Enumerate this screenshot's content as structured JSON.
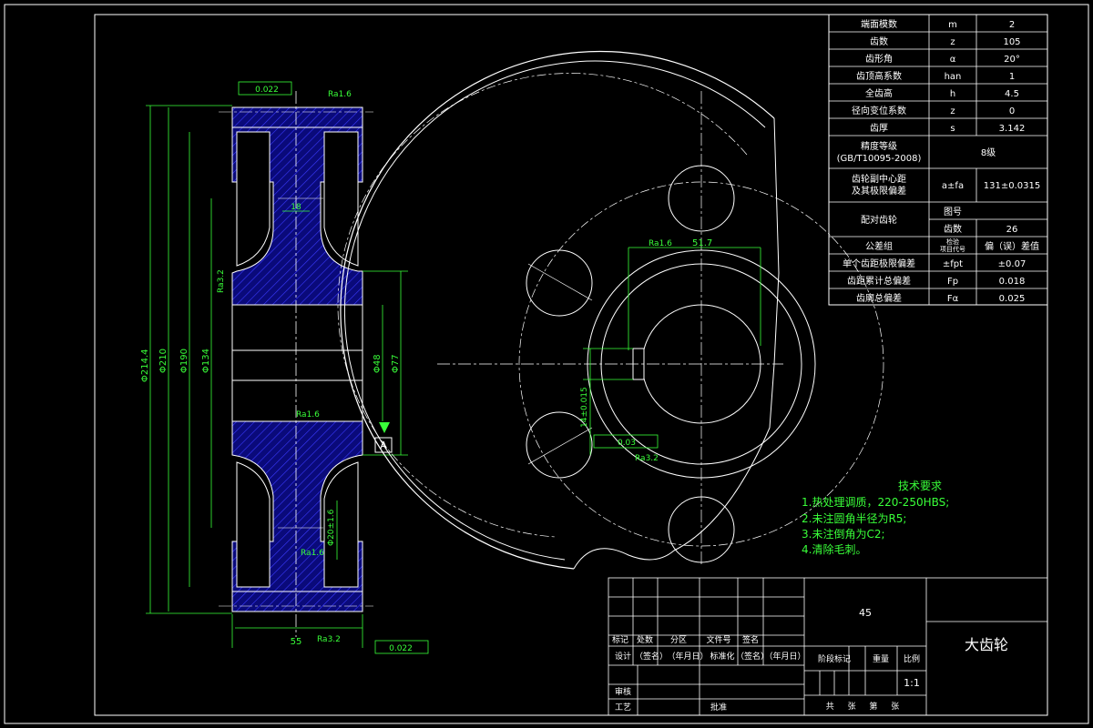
{
  "params": [
    {
      "name": "端面模数",
      "sym": "m",
      "val": "2"
    },
    {
      "name": "齿数",
      "sym": "z",
      "val": "105"
    },
    {
      "name": "齿形角",
      "sym": "α",
      "val": "20°"
    },
    {
      "name": "齿顶高系数",
      "sym": "han",
      "val": "1"
    },
    {
      "name": "全齿高",
      "sym": "h",
      "val": "4.5"
    },
    {
      "name": "径向变位系数",
      "sym": "z",
      "val": "0"
    },
    {
      "name": "齿厚",
      "sym": "s",
      "val": "3.142"
    }
  ],
  "precision": {
    "label1": "精度等级",
    "label2": "(GB/T10095-2008)",
    "val": "8级"
  },
  "center": {
    "label1": "齿轮副中心距",
    "label2": "及其极限偏差",
    "sym": "a±fa",
    "val": "131±0.0315"
  },
  "mating": {
    "label": "配对齿轮",
    "drawing_no": "图号",
    "teeth_label": "齿数",
    "teeth_val": "26"
  },
  "tolerance_group": {
    "label": "公差组",
    "sym1": "检验",
    "sym2": "项目代号",
    "val": "偏（误）差值"
  },
  "deviations": [
    {
      "name": "单个齿距极限偏差",
      "sym": "±fpt",
      "val": "±0.07"
    },
    {
      "name": "齿距累计总偏差",
      "sym": "Fp",
      "val": "0.018"
    },
    {
      "name": "齿廓总偏差",
      "sym": "Fα",
      "val": "0.025"
    }
  ],
  "tech": {
    "title": "技术要求",
    "lines": [
      "1.热处理调质，220-250HBS;",
      "2.未注圆角半径为R5;",
      "3.未注倒角为C2;",
      "4.清除毛刺。"
    ]
  },
  "section_dims": {
    "d1": "Φ214.4",
    "d2": "Φ210",
    "d3": "Φ190",
    "d4": "Φ134",
    "d5": "Φ48",
    "d6": "Φ77",
    "w55": "55",
    "w18": "18",
    "h2036": "Φ20±1.6",
    "ra16": "Ra1.6",
    "ra32": "Ra3.2",
    "tol_top": "0.022",
    "tol_bot": "0.022",
    "datum": "A"
  },
  "front_dims": {
    "ra16": "Ra1.6",
    "d517": "51.7",
    "key": "14±0.015",
    "ra32": "Ra3.2",
    "sym": "0.03"
  },
  "title_block": {
    "material": "45",
    "part_name": "大齿轮",
    "r1": [
      "标记",
      "处数",
      "分区",
      "文件号",
      "签名"
    ],
    "r2": [
      "设计",
      "（签名）",
      "（年月日）",
      "标准化",
      "（签名）",
      "（年月日）"
    ],
    "stage": "阶段标记",
    "weight": "重量",
    "scale_label": "比例",
    "scale": "1:1",
    "review": "审核",
    "process": "工艺",
    "approve": "批准",
    "sheets": "共 张 第 张"
  }
}
